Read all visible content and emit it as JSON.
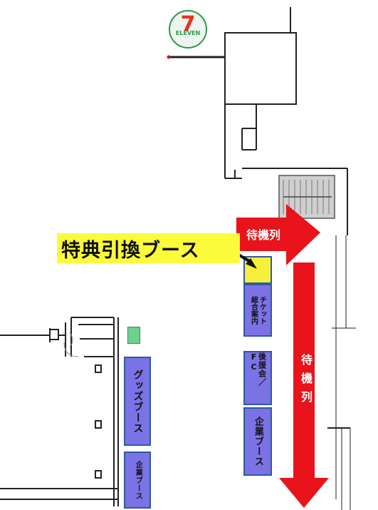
{
  "logo": {
    "seven": "7",
    "name": "ELEVEN"
  },
  "callout": {
    "label": "特典引換ブース",
    "color": "#fbfb3c"
  },
  "booths": {
    "ticket_info": {
      "line1": "チケット",
      "line2": "総合案内"
    },
    "supporters_fc": {
      "label": "後援会／FC"
    },
    "company_right": {
      "label": "企業ブース"
    },
    "goods": {
      "label": "グッズブース"
    },
    "company_left": {
      "label": "企業ブース"
    }
  },
  "queues": {
    "horizontal": {
      "label": "待機列"
    },
    "vertical": {
      "label": "待機列"
    }
  },
  "colors": {
    "booth_fill": "#7b72e6",
    "booth_border": "#2f5aa0",
    "queue_arrow": "#e8131b",
    "walls": "#222222",
    "reward_booth": "#f6f03a",
    "green_marker": "#6fd08f"
  },
  "icons": [
    "seven-eleven-logo",
    "callout-arrow-icon",
    "stairs-icon"
  ]
}
